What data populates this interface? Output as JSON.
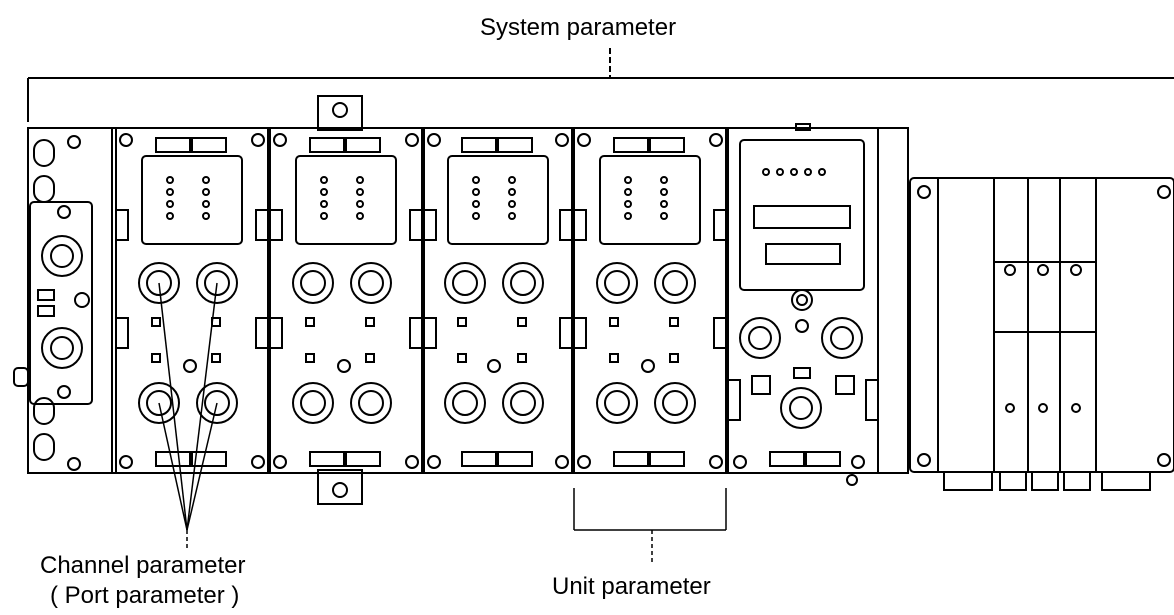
{
  "labels": {
    "system": "System parameter",
    "unit": "Unit parameter",
    "channel": "Channel parameter",
    "port": "( Port parameter )"
  }
}
